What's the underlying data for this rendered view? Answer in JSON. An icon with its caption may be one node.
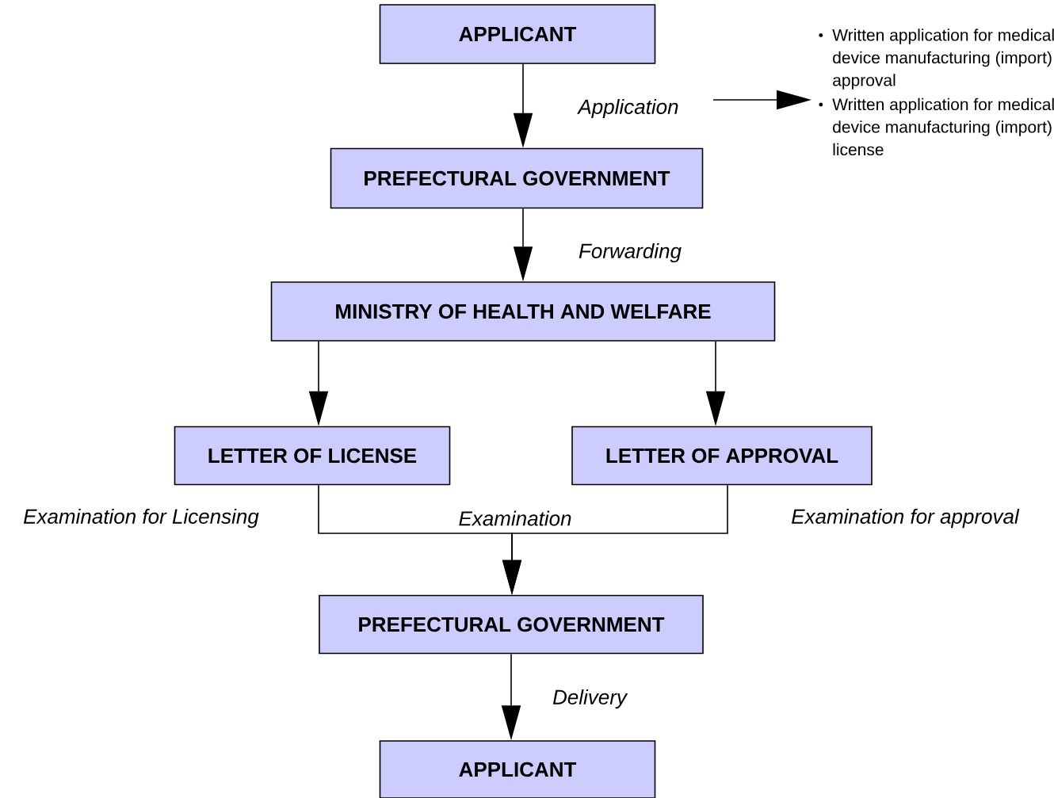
{
  "diagram": {
    "nodes": [
      {
        "text": [
          "APPLICANT"
        ]
      },
      {
        "text": [
          "PREFECTURAL GOVERNMENT"
        ]
      },
      {
        "text": [
          "MINISTRY OF HEALTH AND WELFARE"
        ]
      },
      {
        "text": [
          "LETTER OF LICENSE"
        ]
      },
      {
        "text": [
          "LETTER OF APPROVAL"
        ]
      },
      {
        "text": [
          "PREFECTURAL GOVERNMENT"
        ]
      },
      {
        "text": [
          "APPLICANT"
        ]
      },
      {
        "text": [
          "Written application for medical device manufacturing (import) approval",
          "Written application for medical device manufacturing (import) license"
        ]
      }
    ],
    "edges": [
      {
        "from": 0,
        "to": 1,
        "arrow": "to",
        "label": "Application"
      },
      {
        "from": null,
        "to": 7,
        "arrow": "to"
      },
      {
        "from": 1,
        "to": 2,
        "arrow": "to",
        "label": "Forwarding"
      },
      {
        "from": 2,
        "to": 3,
        "arrow": "to"
      },
      {
        "from": 2,
        "to": 4,
        "arrow": "to"
      },
      {
        "from": 3,
        "to": 5,
        "arrow": "to",
        "label": "Examination for Licensing"
      },
      {
        "from": 4,
        "to": 5,
        "arrow": "to",
        "label": "Examination for approval"
      },
      {
        "from": 5,
        "to": 6,
        "arrow": "to",
        "label": "Delivery"
      }
    ],
    "labels": [
      "Examination"
    ]
  }
}
